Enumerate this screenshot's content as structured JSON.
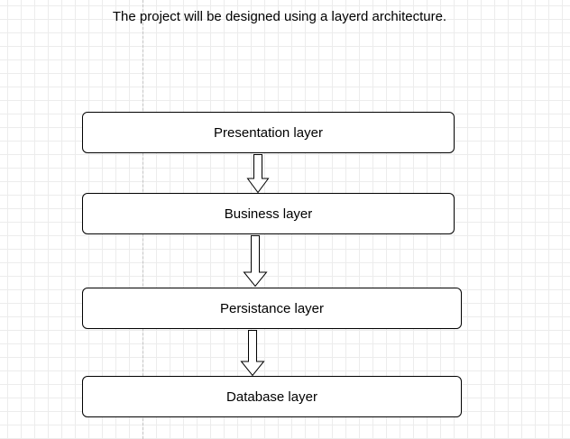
{
  "diagram": {
    "title": "The project will be designed using a layerd architecture.",
    "layers": [
      {
        "label": "Presentation layer"
      },
      {
        "label": "Business layer"
      },
      {
        "label": "Persistance layer"
      },
      {
        "label": "Database layer"
      }
    ],
    "colors": {
      "stroke": "#000000",
      "fill": "#ffffff",
      "grid": "#ececec"
    }
  }
}
